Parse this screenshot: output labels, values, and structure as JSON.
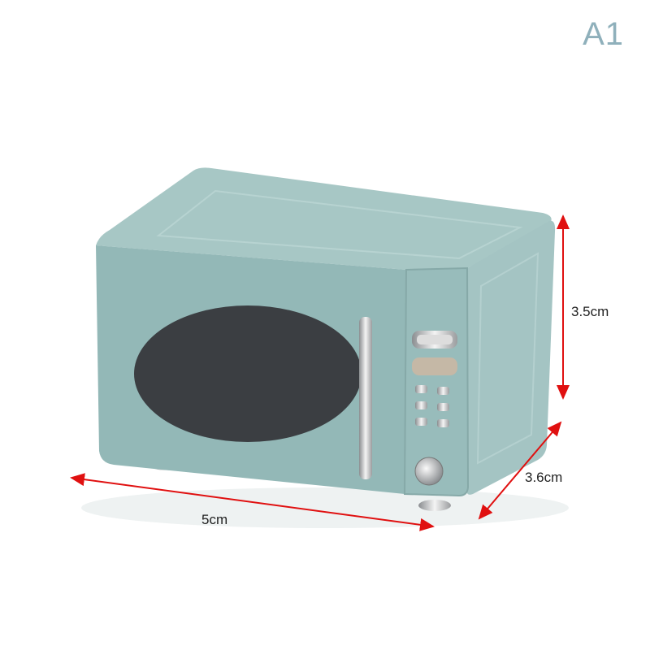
{
  "badge": "A1",
  "dimensions": {
    "height": "3.5cm",
    "depth": "3.6cm",
    "width": "5cm"
  },
  "colors": {
    "body": "#93b8b7",
    "top": "#a7c7c5",
    "side": "#a4c4c3",
    "window": "#3b3e42",
    "arrow": "#e01010",
    "badge": "#8fb0bb"
  }
}
